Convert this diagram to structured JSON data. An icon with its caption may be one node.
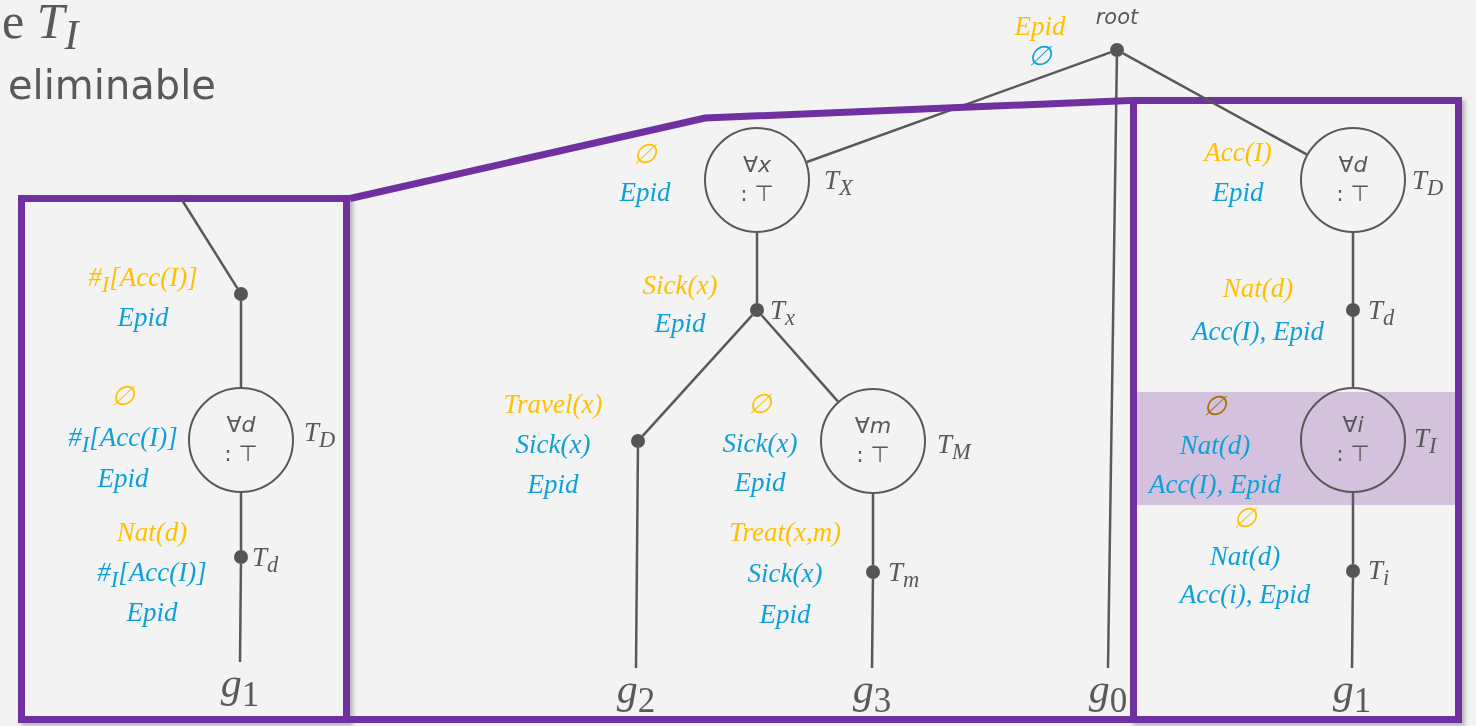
{
  "diagram": {
    "nodes": [
      {
        "text": [],
        "shape": "box"
      },
      {
        "text": [],
        "shape": "circle",
        "in": 0,
        "beside": [
          "#$_{I}$[Acc(I)]",
          "Epid"
        ]
      },
      {
        "text": [
          "∀*d*",
          ": ⊤"
        ],
        "in": 0,
        "beside": [
          "T$_{D}$",
          "∅",
          "#$_{I}$[Acc(I)]",
          "Epid"
        ]
      },
      {
        "text": [],
        "shape": "circle",
        "in": 0,
        "beside": [
          "T$_{d}$",
          "Nat(d)",
          "#$_{I}$[Acc(I)]",
          "Epid"
        ]
      },
      {
        "text": [
          "*g*$_{1}$"
        ],
        "in": 0
      },
      {
        "text": [],
        "shape": "circle",
        "beside": [
          "root",
          "Epid",
          "∅"
        ]
      },
      {
        "text": [
          "∀*x*",
          ": ⊤"
        ],
        "beside": [
          "T$_{X}$",
          "∅",
          "Epid"
        ]
      },
      {
        "text": [],
        "shape": "circle",
        "beside": [
          "T$_{x}$",
          "Sick(x)",
          "Epid"
        ]
      },
      {
        "text": [],
        "shape": "circle",
        "beside": [
          "Travel(x)",
          "Sick(x)",
          "Epid"
        ]
      },
      {
        "text": [
          "∀*m*",
          ": ⊤"
        ],
        "beside": [
          "T$_{M}$",
          "∅",
          "Sick(x)",
          "Epid"
        ]
      },
      {
        "text": [],
        "shape": "circle",
        "beside": [
          "T$_{m}$",
          "Treat(x,m)",
          "Sick(x)",
          "Epid"
        ]
      },
      {
        "text": [
          "*g*$_{2}$"
        ]
      },
      {
        "text": [
          "*g*$_{3}$"
        ]
      },
      {
        "text": [
          "*g*$_{0}$"
        ]
      },
      {
        "text": [],
        "shape": "box"
      },
      {
        "text": [
          "∀*d*",
          ": ⊤"
        ],
        "in": 14,
        "beside": [
          "T$_{D}$",
          "Acc(I)",
          "Epid"
        ]
      },
      {
        "text": [],
        "shape": "circle",
        "in": 14,
        "beside": [
          "T$_{d}$",
          "Nat(d)",
          "Acc(I), Epid"
        ]
      },
      {
        "text": [],
        "shape": "bar",
        "in": 14
      },
      {
        "text": [
          "∀*i*",
          ": ⊤"
        ],
        "in": 17,
        "beside": [
          "T$_{I}$",
          "∅",
          "Nat(d)",
          "Acc(I), Epid"
        ]
      },
      {
        "text": [],
        "shape": "circle",
        "in": 14,
        "beside": [
          "T$_{i}$",
          "∅",
          "Nat(d)",
          "Acc(i), Epid"
        ]
      },
      {
        "text": [
          "*g*$_{1}$"
        ],
        "in": 14
      }
    ],
    "edges": [
      {
        "from": null,
        "to": 1,
        "arrow": "none"
      },
      {
        "from": 1,
        "to": 2,
        "arrow": "none"
      },
      {
        "from": 2,
        "to": 3,
        "arrow": "none"
      },
      {
        "from": 3,
        "to": 4,
        "arrow": "none"
      },
      {
        "from": 5,
        "to": 6,
        "arrow": "none"
      },
      {
        "from": 5,
        "to": 13,
        "arrow": "none"
      },
      {
        "from": 5,
        "to": 15,
        "arrow": "none"
      },
      {
        "from": 6,
        "to": 7,
        "arrow": "none"
      },
      {
        "from": 7,
        "to": 8,
        "arrow": "none"
      },
      {
        "from": 7,
        "to": 9,
        "arrow": "none"
      },
      {
        "from": 8,
        "to": 11,
        "arrow": "none"
      },
      {
        "from": 9,
        "to": 10,
        "arrow": "none"
      },
      {
        "from": 10,
        "to": 12,
        "arrow": "none"
      },
      {
        "from": 15,
        "to": 16,
        "arrow": "none"
      },
      {
        "from": 16,
        "to": 18,
        "arrow": "none"
      },
      {
        "from": 18,
        "to": 19,
        "arrow": "none"
      },
      {
        "from": 19,
        "to": 20,
        "arrow": "none"
      },
      {
        "from": 0,
        "to": 14,
        "arrow": "none",
        "style": "thick",
        "color": "#7030a0"
      },
      {
        "from": 0,
        "to": 14,
        "arrow": "none",
        "style": "thick",
        "color": "#7030a0"
      }
    ],
    "labels": [
      "e *T*$_{I}$",
      "eliminable"
    ]
  }
}
